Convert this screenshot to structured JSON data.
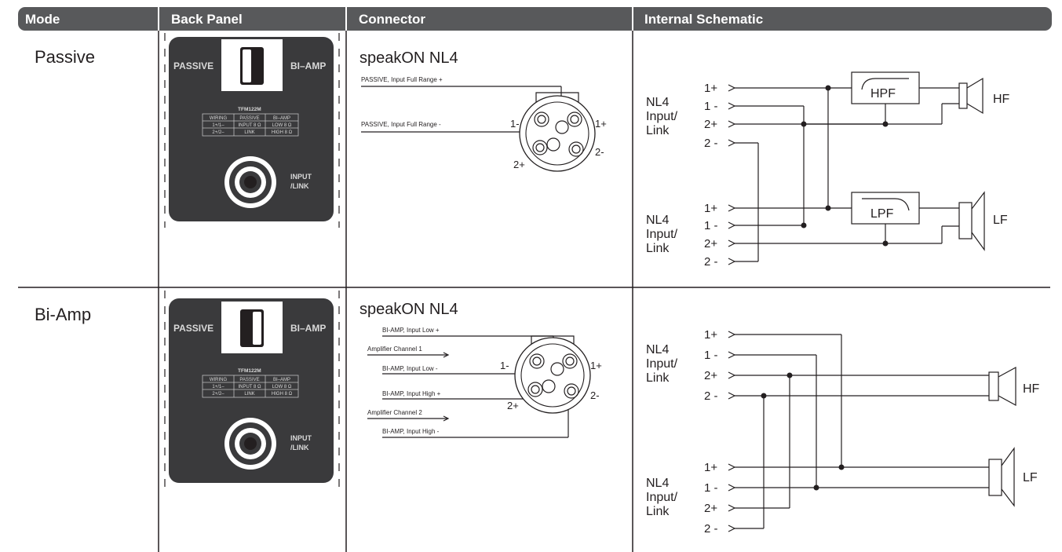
{
  "header": {
    "mode": "Mode",
    "back_panel": "Back Panel",
    "connector": "Connector",
    "schematic": "Internal Schematic"
  },
  "rows": [
    {
      "mode": "Passive",
      "panel": {
        "left": "PASSIVE",
        "right": "BI–AMP",
        "model": "TFM122M",
        "table": [
          [
            "WIRING",
            "PASSIVE",
            "BI–AMP"
          ],
          [
            "1+/1–",
            "INPUT 8 Ω",
            "LOW 8 Ω"
          ],
          [
            "2+/2–",
            "LINK",
            "HIGH 8 Ω"
          ]
        ],
        "jack_1": "INPUT",
        "jack_2": "/LINK"
      },
      "connector": {
        "title": "speakON NL4",
        "labels": [
          "PASSIVE, Input Full Range +",
          "PASSIVE, Input Full Range -"
        ],
        "pins": [
          "1-",
          "1+",
          "2+",
          "2-"
        ]
      },
      "schematic": {
        "inputs": [
          [
            "NL4",
            "Input/",
            "Link"
          ],
          [
            "NL4",
            "Input/",
            "Link"
          ]
        ],
        "pins": [
          "1+",
          "1 -",
          "2+",
          "2 -"
        ],
        "filters": [
          "HPF",
          "LPF"
        ],
        "drivers": [
          "HF",
          "LF"
        ]
      }
    },
    {
      "mode": "Bi-Amp",
      "panel": {
        "left": "PASSIVE",
        "right": "BI–AMP",
        "model": "TFM122M",
        "table": [
          [
            "WIRING",
            "PASSIVE",
            "BI–AMP"
          ],
          [
            "1+/1–",
            "INPUT 8 Ω",
            "LOW 8 Ω"
          ],
          [
            "2+/2–",
            "LINK",
            "HIGH 8 Ω"
          ]
        ],
        "jack_1": "INPUT",
        "jack_2": "/LINK"
      },
      "connector": {
        "title": "speakON NL4",
        "labels": [
          "BI-AMP, Input Low +",
          "Amplifier Channel 1",
          "BI-AMP, Input Low -",
          "BI-AMP, Input High +",
          "Amplifier Channel 2",
          "BI-AMP, Input High -"
        ],
        "pins": [
          "1-",
          "1+",
          "2+",
          "2-"
        ]
      },
      "schematic": {
        "inputs": [
          [
            "NL4",
            "Input/",
            "Link"
          ],
          [
            "NL4",
            "Input/",
            "Link"
          ]
        ],
        "pins": [
          "1+",
          "1 -",
          "2+",
          "2 -"
        ],
        "drivers": [
          "HF",
          "LF"
        ]
      }
    }
  ]
}
